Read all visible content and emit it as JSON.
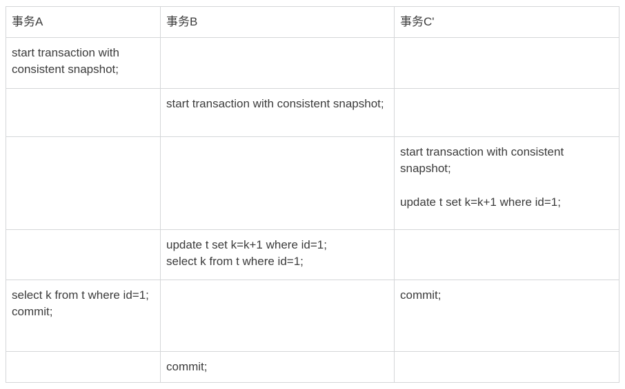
{
  "table": {
    "headers": [
      {
        "label": "事务A"
      },
      {
        "label": "事务B"
      },
      {
        "label": "事务C'"
      }
    ],
    "rows": [
      {
        "a": "start transaction with consistent snapshot;",
        "b": "",
        "c": ""
      },
      {
        "a": "",
        "b": "start transaction with consistent snapshot;",
        "c": ""
      },
      {
        "a": "",
        "b": "",
        "c": "start transaction with consistent snapshot;\n\nupdate t set k=k+1 where id=1;"
      },
      {
        "a": "",
        "b": "update t set k=k+1 where id=1;\nselect k from t where id=1;",
        "c": ""
      },
      {
        "a": "select k from t where id=1;\ncommit;",
        "b": "",
        "c": "commit;"
      },
      {
        "a": "",
        "b": "commit;",
        "c": ""
      }
    ]
  },
  "style": {
    "border_color": "#d4d6d8",
    "text_color": "#3b3b3b",
    "background": "#ffffff"
  }
}
